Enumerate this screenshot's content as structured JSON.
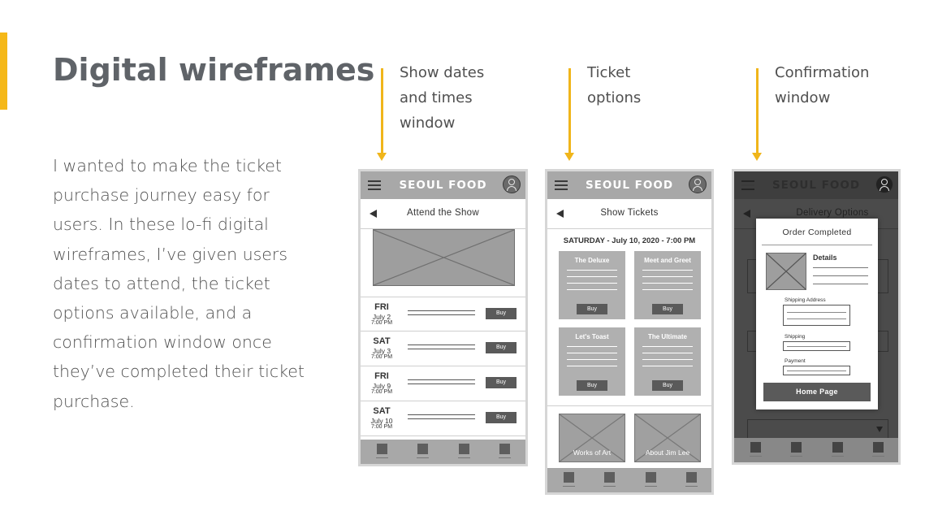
{
  "slide": {
    "title": "Digital wireframes",
    "body_lines": [
      "I wanted to make the ticket",
      "purchase journey easy for",
      "users. In these lo-fi digital",
      "wireframes, I’ve given users",
      "dates to attend, the ticket",
      "options available, and a",
      "confirmation window once",
      "they’ve completed their ticket",
      "purchase."
    ],
    "accent_color": "#f5b818"
  },
  "callouts": [
    {
      "lines": [
        "Show dates",
        "and times",
        "window"
      ],
      "icon": "arrow-down-icon"
    },
    {
      "lines": [
        "Ticket",
        "options"
      ],
      "icon": "arrow-down-icon"
    },
    {
      "lines": [
        "Confirmation",
        "window"
      ],
      "icon": "arrow-down-icon"
    }
  ],
  "app": {
    "brand": "SEOUL FOOD",
    "menu_icon": "hamburger-menu-icon",
    "profile_icon": "user-avatar-icon"
  },
  "phone1": {
    "title": "Attend the Show",
    "dates": [
      {
        "day": "FRI",
        "date": "July 2",
        "time": "7:00 PM",
        "buy": "Buy"
      },
      {
        "day": "SAT",
        "date": "July 3",
        "time": "7:00 PM",
        "buy": "Buy"
      },
      {
        "day": "FRI",
        "date": "July 9",
        "time": "7:00 PM",
        "buy": "Buy"
      },
      {
        "day": "SAT",
        "date": "July 10",
        "time": "7:00 PM",
        "buy": "Buy"
      }
    ]
  },
  "phone2": {
    "title": "Show Tickets",
    "date_heading": "SATURDAY - July 10, 2020 - 7:00 PM",
    "tickets": [
      {
        "name": "The Deluxe",
        "buy": "Buy"
      },
      {
        "name": "Meet and Greet",
        "buy": "Buy"
      },
      {
        "name": "Let's Toast",
        "buy": "Buy"
      },
      {
        "name": "The Ultimate",
        "buy": "Buy"
      }
    ],
    "promos": [
      "Works of Art",
      "About Jim Lee"
    ]
  },
  "phone3": {
    "background_title": "Delivery Options",
    "modal_title": "Order Completed",
    "details_label": "Details",
    "fields": [
      "Shipping Address",
      "Shipping",
      "Payment"
    ],
    "home_button": "Home Page"
  }
}
